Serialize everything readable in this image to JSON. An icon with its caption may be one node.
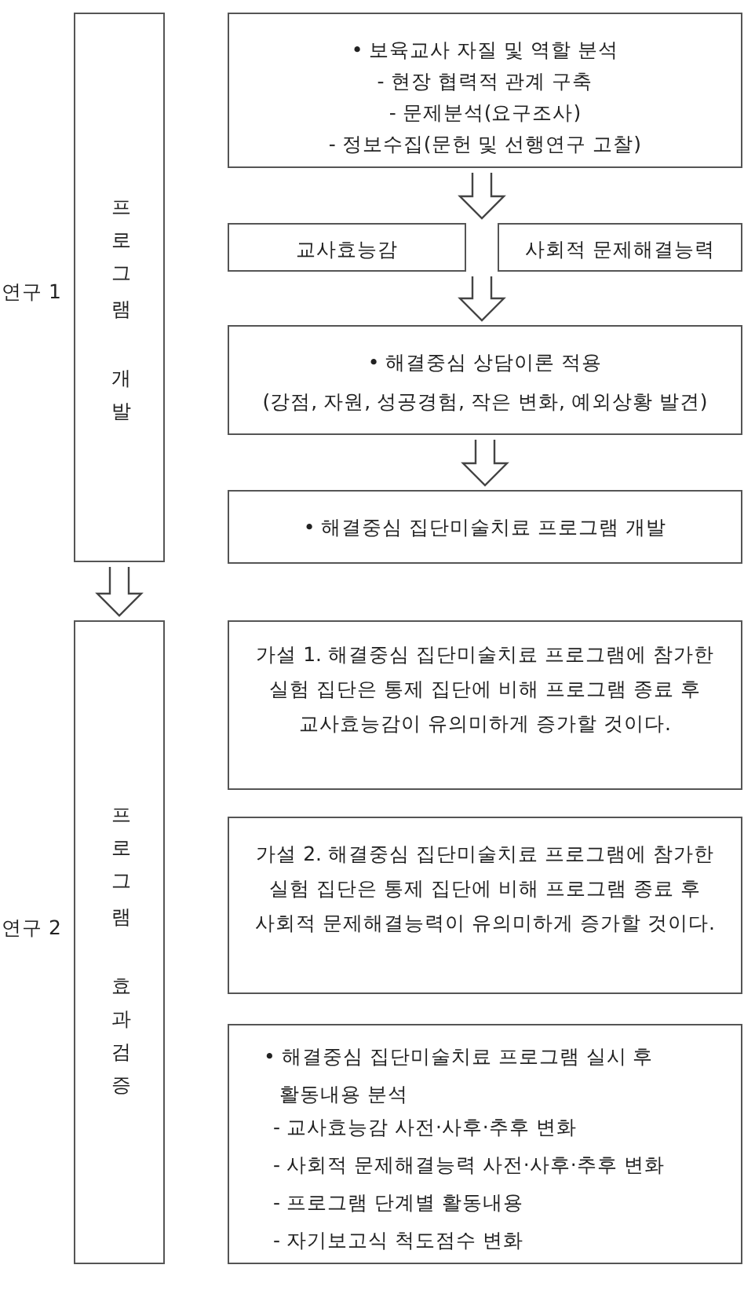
{
  "diagram": {
    "nodes": [
      {
        "text": [
          "프로그램 개발"
        ],
        "beside": [
          "연구 1"
        ]
      },
      {
        "text": [
          "• 보육교사 자질 및 역할 분석",
          "- 현장 협력적 관계 구축",
          "- 문제분석(요구조사)",
          "- 정보수집(문헌 및 선행연구 고찰)"
        ]
      },
      {
        "text": [
          "교사효능감"
        ]
      },
      {
        "text": [
          "사회적 문제해결능력"
        ]
      },
      {
        "text": [
          "• 해결중심 상담이론 적용",
          "(강점, 자원, 성공경험, 작은 변화, 예외상황 발견)"
        ]
      },
      {
        "text": [
          "• 해결중심 집단미술치료 프로그램 개발"
        ]
      },
      {
        "text": [
          "프로그램 효과검증"
        ],
        "beside": [
          "연구 2"
        ]
      },
      {
        "text": [
          "가설 1. 해결중심 집단미술치료 프로그램에 참가한 실험 집단은 통제 집단에 비해 프로그램 종료 후 교사효능감이 유의미하게 증가할 것이다."
        ]
      },
      {
        "text": [
          "가설 2. 해결중심 집단미술치료 프로그램에 참가한 실험 집단은 통제 집단에 비해 프로그램 종료 후 사회적 문제해결능력이 유의미하게 증가할 것이다."
        ]
      },
      {
        "text": [
          "• 해결중심 집단미술치료 프로그램 실시 후 활동내용 분석",
          "- 교사효능감 사전·사후·추후 변화",
          "- 사회적 문제해결능력 사전·사후·추후 변화",
          "- 프로그램 단계별 활동내용",
          "- 자기보고식 척도점수 변화"
        ]
      }
    ],
    "edges": [
      {
        "from": 1,
        "to": 2,
        "arrow": "to"
      },
      {
        "from": 1,
        "to": 3,
        "arrow": "to"
      },
      {
        "from": 2,
        "to": 4,
        "arrow": "to"
      },
      {
        "from": 3,
        "to": 4,
        "arrow": "to"
      },
      {
        "from": 4,
        "to": 5,
        "arrow": "to"
      },
      {
        "from": 0,
        "to": 6,
        "arrow": "to"
      }
    ]
  }
}
